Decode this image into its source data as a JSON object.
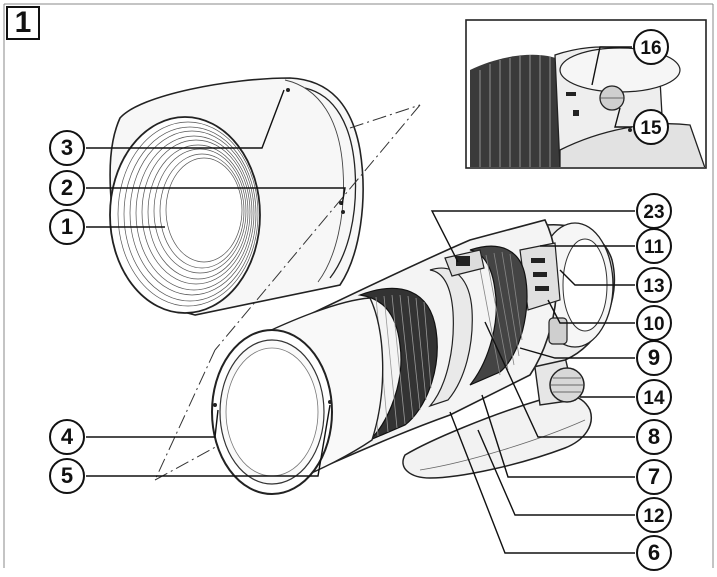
{
  "figure": {
    "panel_label": "1",
    "callouts": [
      "1",
      "2",
      "3",
      "4",
      "5",
      "6",
      "7",
      "8",
      "9",
      "10",
      "11",
      "12",
      "13",
      "14",
      "15",
      "16",
      "23"
    ]
  }
}
